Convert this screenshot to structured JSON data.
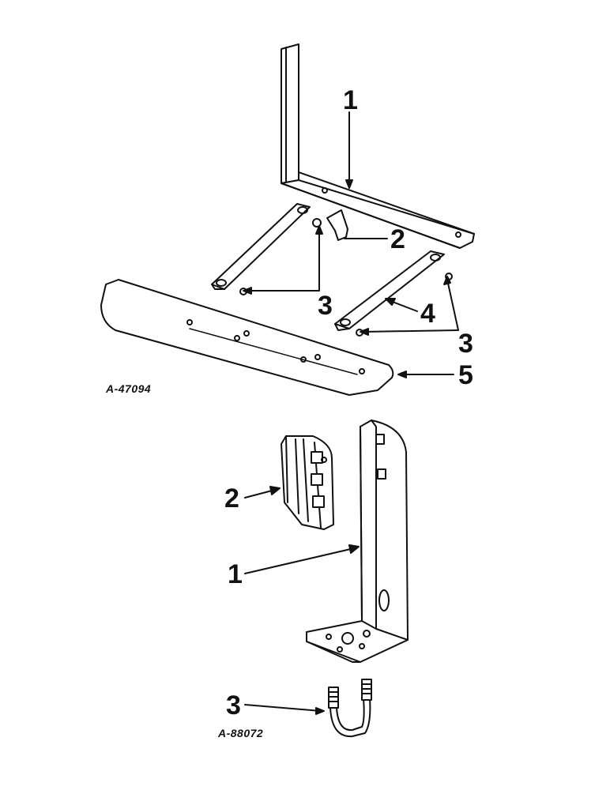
{
  "diagrams": [
    {
      "ref": "A-47094",
      "callouts": [
        "1",
        "2",
        "3",
        "3",
        "4",
        "5"
      ]
    },
    {
      "ref": "A-88072",
      "callouts": [
        "2",
        "1",
        "3"
      ]
    }
  ],
  "colors": {
    "ink": "#111111",
    "paper": "#ffffff",
    "shade": "#e6e6e6"
  }
}
